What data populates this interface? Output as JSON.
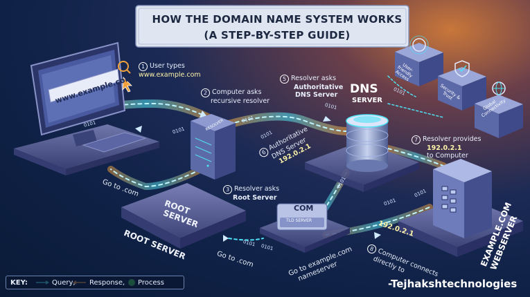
{
  "title": {
    "line1": "HOW THE DOMAIN NAME SYSTEM WORKS",
    "line2": "(A STEP-BY-STEP GUIDE)"
  },
  "steps": [
    {
      "num": "1",
      "text": "User types",
      "value": "www.example.com"
    },
    {
      "num": "2",
      "text": "Computer asks",
      "text2": "recursive resolver"
    },
    {
      "num": "3",
      "text": "Resolver asks",
      "value": "Root Server"
    },
    {
      "num": "5",
      "text": "Resolver asks",
      "value": "Authoritative",
      "value2": "DNS Server"
    },
    {
      "num": "6",
      "text": "Authoritative",
      "text2": "DNS Server",
      "value": "192.0.2.1"
    },
    {
      "num": "7",
      "text": "Resolver provides",
      "value": "192.0.2.1",
      "text2": "to Computer"
    },
    {
      "num": "8",
      "text": "Computer connects",
      "text2": "directly to",
      "value": "192.0.2.1"
    }
  ],
  "screen_url": "www.example.com",
  "labels": {
    "dns": "DNS",
    "dns_server": "SERVER",
    "resolver": "RESOLVER",
    "root_server_line1": "ROOT",
    "root_server_line2": "SERVER",
    "root_server_caption": "ROOT SERVER",
    "com": "COM",
    "tld_server": "TLD SERVER",
    "webserver_line1": "EXAMPLE.COM",
    "webserver_line2": "WEBSERVER",
    "goto_com_left": "Go to .com",
    "goto_com_bottom": "Go to .com",
    "goto_example_line1": "Go to example.com",
    "goto_example_line2": "nameserver",
    "ip_near_web": "192.0.2.1"
  },
  "binary": [
    "0101",
    "0101",
    "0101",
    "0101",
    "0101",
    "0101",
    "0101",
    "0101",
    "0101",
    "0101",
    "0101"
  ],
  "features": [
    {
      "label": "User-friendly Access",
      "icon": "brain-icon"
    },
    {
      "label": "Security & Trust",
      "icon": "shield-icon"
    },
    {
      "label": "Global Connectivity",
      "icon": "globe-icon"
    }
  ],
  "key": {
    "label": "KEY:",
    "query": "Query,",
    "response": "Response,",
    "process": "Process"
  },
  "watermark": "-Tejhakshtechnologies",
  "colors": {
    "accent_cyan": "#4fe3f5",
    "accent_orange": "#f2a23c",
    "accent_yellow": "#fdf3a8",
    "title_bg": "#dfe6f2"
  }
}
